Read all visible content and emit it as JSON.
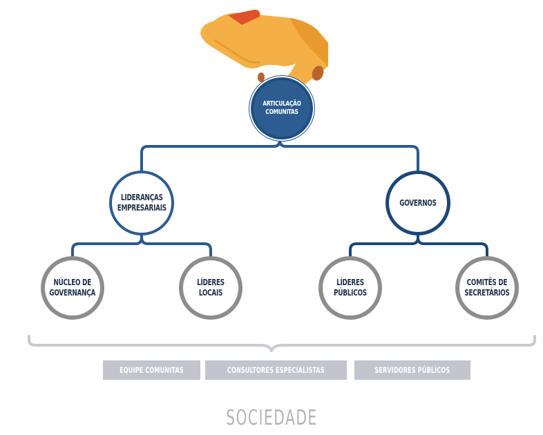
{
  "diagram": {
    "root": {
      "label": "ARTICULAÇÃO COMUNITAS"
    },
    "level1": [
      {
        "label": "LIDERANÇAS EMPRESARIAIS"
      },
      {
        "label": "GOVERNOS"
      }
    ],
    "level2": [
      {
        "label": "NÚCLEO DE GOVERNANÇA"
      },
      {
        "label": "LÍDERES LOCAIS"
      },
      {
        "label": "LÍDERES PÚBLICOS"
      },
      {
        "label": "COMITÊS DE SECRETÁRIOS"
      }
    ],
    "tags": [
      {
        "label": "EQUIPE COMUNITAS"
      },
      {
        "label": "CONSULTORES ESPECIALISTAS"
      },
      {
        "label": "SERVIDORES PÚBLICOS"
      }
    ],
    "footer": {
      "label": "SOCIEDADE"
    }
  },
  "colors": {
    "navy": "#1f4f82",
    "root_fill": "#2d5c91",
    "gray_ring": "#8d8d8d",
    "tag_bg": "#c3c4ce",
    "bracket": "#c9cad2",
    "hand": "#f4b046"
  },
  "icons": {
    "hand": "hand-holding-icon"
  }
}
